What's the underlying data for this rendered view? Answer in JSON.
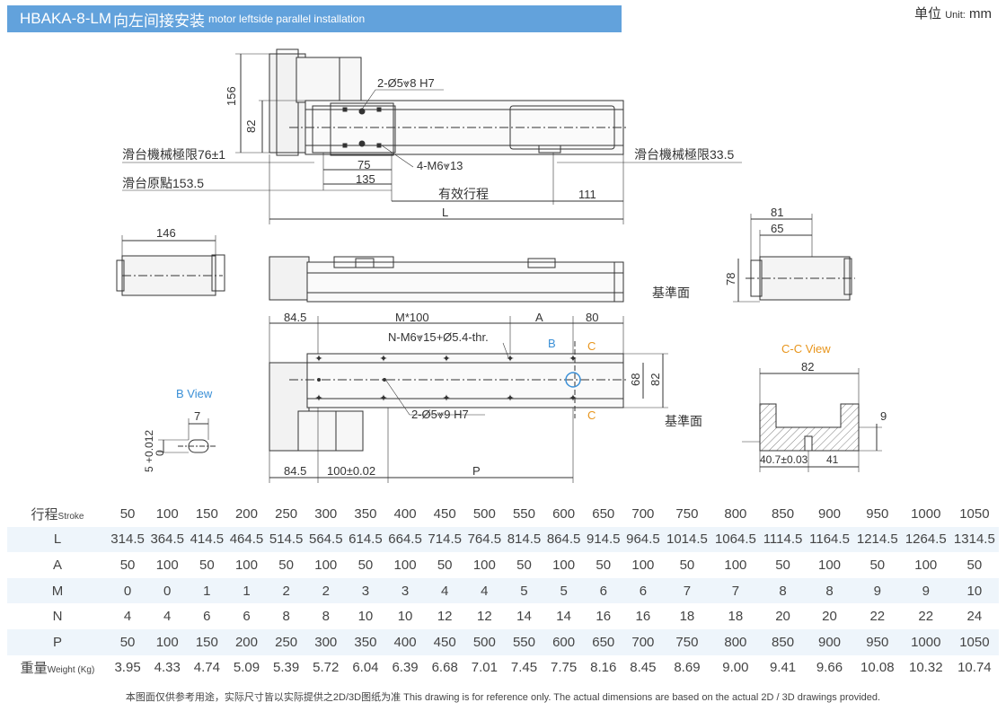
{
  "header": {
    "model": "HBAKA-8-LM",
    "title_cn": "向左间接安装",
    "title_en": "motor leftside parallel installation",
    "unit_cn": "单位",
    "unit_en": "Unit:",
    "unit_value": "mm"
  },
  "drawing": {
    "top_view": {
      "dim_156": "156",
      "dim_82": "82",
      "hole_callout": "2-Ø5⩔8 H7",
      "tap_callout": "4-M6⩔13",
      "dim_75": "75",
      "dim_135": "135",
      "left_limit": "滑台機械極限76±1",
      "origin": "滑台原點153.5",
      "effective_stroke": "有效行程",
      "right_limit": "滑台機械極限33.5",
      "dim_111": "111",
      "dim_L": "L"
    },
    "end_view_left": {
      "dim_146": "146"
    },
    "end_view_right": {
      "dim_81": "81",
      "dim_65": "65",
      "dim_78": "78",
      "datum": "基準面"
    },
    "bottom_view": {
      "dim_84_5_top": "84.5",
      "dim_M100": "M*100",
      "dim_A": "A",
      "dim_80": "80",
      "tap_callout": "N-M6⩔15+Ø5.4-thr.",
      "marker_B": "B",
      "marker_C_top": "C",
      "marker_C_bottom": "C",
      "dim_68": "68",
      "dim_82": "82",
      "hole_callout": "2-Ø5⩔9 H7",
      "datum": "基準面",
      "dim_84_5_bottom": "84.5",
      "dim_100": "100±0.02",
      "dim_P": "P"
    },
    "b_view": {
      "title": "B View",
      "dim_7": "7",
      "dim_5": "5 +0.012",
      "dim_0": "0"
    },
    "cc_view": {
      "title": "C-C View",
      "dim_82": "82",
      "dim_9": "9",
      "dim_40_7": "40.7±0.03",
      "dim_41": "41"
    }
  },
  "colors": {
    "title_bar": "#62a2dc",
    "row_shade": "#eef5fb",
    "view_label": "#3a8fd6",
    "section_label": "#e8951c",
    "line": "#333333"
  },
  "table": {
    "rows": [
      {
        "label": "行程",
        "sub": "Stroke",
        "values": [
          "50",
          "100",
          "150",
          "200",
          "250",
          "300",
          "350",
          "400",
          "450",
          "500",
          "550",
          "600",
          "650",
          "700",
          "750",
          "800",
          "850",
          "900",
          "950",
          "1000",
          "1050"
        ]
      },
      {
        "label": "L",
        "sub": "",
        "values": [
          "314.5",
          "364.5",
          "414.5",
          "464.5",
          "514.5",
          "564.5",
          "614.5",
          "664.5",
          "714.5",
          "764.5",
          "814.5",
          "864.5",
          "914.5",
          "964.5",
          "1014.5",
          "1064.5",
          "1114.5",
          "1164.5",
          "1214.5",
          "1264.5",
          "1314.5"
        ]
      },
      {
        "label": "A",
        "sub": "",
        "values": [
          "50",
          "100",
          "50",
          "100",
          "50",
          "100",
          "50",
          "100",
          "50",
          "100",
          "50",
          "100",
          "50",
          "100",
          "50",
          "100",
          "50",
          "100",
          "50",
          "100",
          "50"
        ]
      },
      {
        "label": "M",
        "sub": "",
        "values": [
          "0",
          "0",
          "1",
          "1",
          "2",
          "2",
          "3",
          "3",
          "4",
          "4",
          "5",
          "5",
          "6",
          "6",
          "7",
          "7",
          "8",
          "8",
          "9",
          "9",
          "10"
        ]
      },
      {
        "label": "N",
        "sub": "",
        "values": [
          "4",
          "4",
          "6",
          "6",
          "8",
          "8",
          "10",
          "10",
          "12",
          "12",
          "14",
          "14",
          "16",
          "16",
          "18",
          "18",
          "20",
          "20",
          "22",
          "22",
          "24"
        ]
      },
      {
        "label": "P",
        "sub": "",
        "values": [
          "50",
          "100",
          "150",
          "200",
          "250",
          "300",
          "350",
          "400",
          "450",
          "500",
          "550",
          "600",
          "650",
          "700",
          "750",
          "800",
          "850",
          "900",
          "950",
          "1000",
          "1050"
        ]
      },
      {
        "label": "重量",
        "sub": "Weight (Kg)",
        "values": [
          "3.95",
          "4.33",
          "4.74",
          "5.09",
          "5.39",
          "5.72",
          "6.04",
          "6.39",
          "6.68",
          "7.01",
          "7.45",
          "7.75",
          "8.16",
          "8.45",
          "8.69",
          "9.00",
          "9.41",
          "9.66",
          "10.08",
          "10.32",
          "10.74"
        ]
      }
    ]
  },
  "footnote": "本图面仅供参考用途，实际尺寸皆以实际提供之2D/3D图纸为准 This drawing is for reference only. The actual dimensions are based on the actual 2D / 3D drawings provided."
}
